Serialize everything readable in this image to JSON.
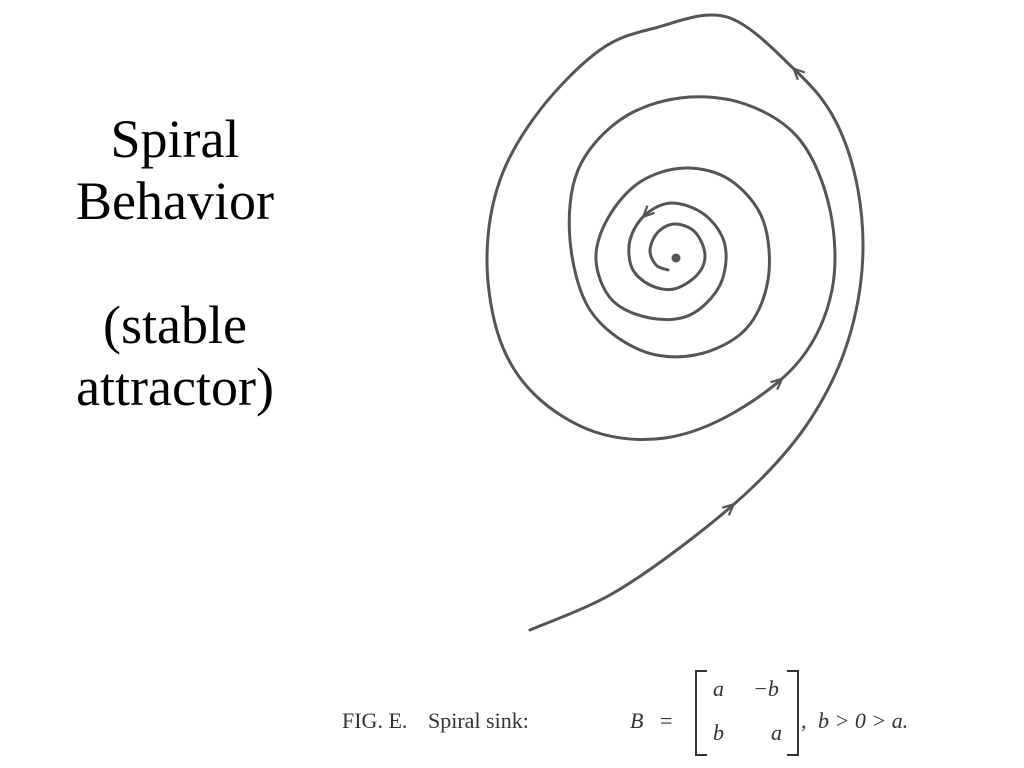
{
  "slide": {
    "title_lines": [
      "Spiral",
      "Behavior"
    ],
    "subtitle_lines": [
      "(stable",
      "attractor)"
    ]
  },
  "figure": {
    "caption": {
      "prefix": "FIG. E.",
      "label": "Spiral sink:",
      "matrix_name": "B",
      "equals": "=",
      "matrix": [
        [
          "a",
          "−b"
        ],
        [
          "b",
          "a"
        ]
      ],
      "condition_sep": ",",
      "condition": "b > 0 > a."
    },
    "stroke_color": "#555555"
  }
}
